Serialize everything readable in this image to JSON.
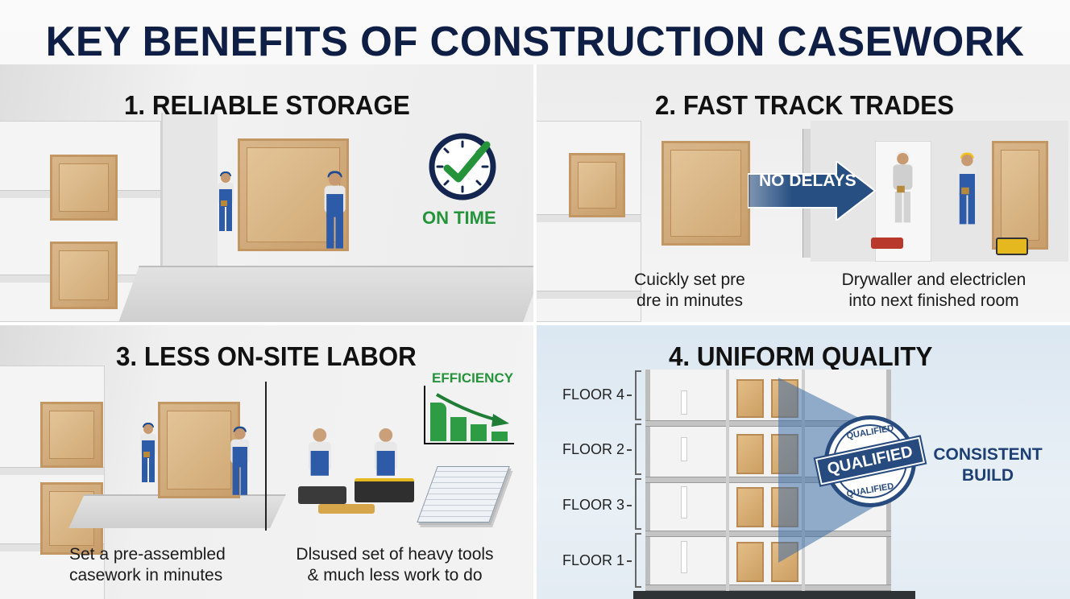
{
  "title": "KEY BENEFITS OF CONSTRUCTION CASEWORK",
  "panels": [
    {
      "id": "reliable-storage",
      "title": "1. RELIABLE STORAGE",
      "badge": {
        "icon": "clock-check-icon",
        "label": "ON TIME",
        "color": "#24933a",
        "ring_color": "#14264f"
      }
    },
    {
      "id": "fast-track-trades",
      "title": "2. FAST TRACK TRADES",
      "arrow_label": "NO DELAYS",
      "arrow_color": "#274f82",
      "captions": [
        {
          "line1": "Cuickly set pre",
          "line2": "dre in minutes"
        },
        {
          "line1": "Drywaller and electriclen",
          "line2": "into next finished room"
        }
      ]
    },
    {
      "id": "less-on-site-labor",
      "title": "3. LESS ON-SITE LABOR",
      "chart_label": "EFFICIENCY",
      "chart_color": "#2e9b45",
      "captions": [
        {
          "line1": "Set a pre-assembled",
          "line2": "casework in minutes"
        },
        {
          "line1": "Dlsused set of heavy tools",
          "line2": "& much less work to do"
        }
      ]
    },
    {
      "id": "uniform-quality",
      "title": "4. UNIFORM QUALITY",
      "floors": [
        "FLOOR 4",
        "FLOOR 2",
        "FLOOR 3",
        "FLOOR 1"
      ],
      "stamp": {
        "band": "QUALIFIED",
        "top_arc": "QUALIFIED",
        "bottom_arc": "QUALIFIED",
        "color": "#274a7f"
      },
      "side_label": {
        "line1": "CONSISTENT",
        "line2": "BUILD",
        "color": "#1d3f73"
      }
    }
  ],
  "colors": {
    "title": "#0f1e45",
    "wood": "#d4ad7a",
    "overall_blue": "#2d5ba8"
  }
}
